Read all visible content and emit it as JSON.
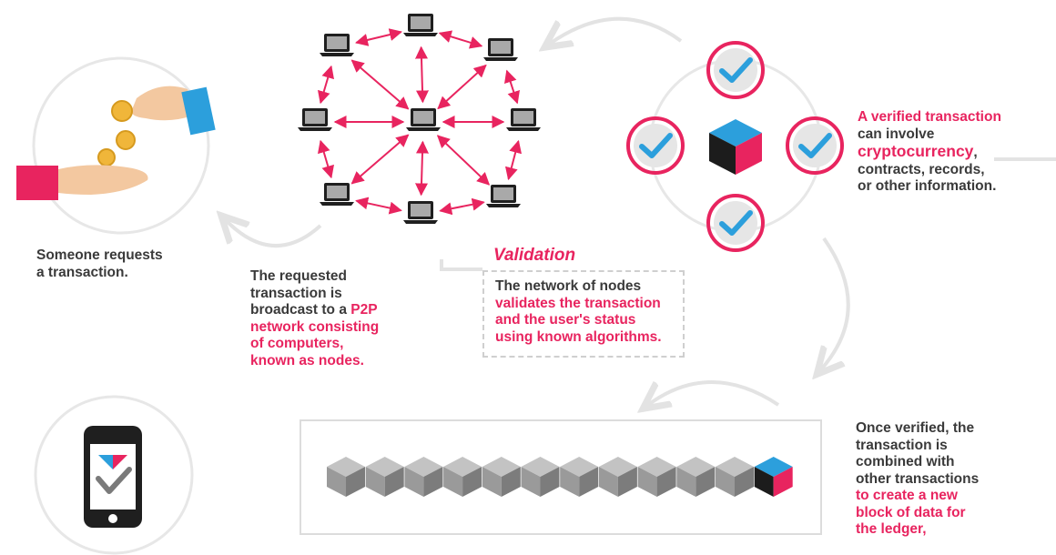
{
  "colors": {
    "pink": "#e8245f",
    "blue": "#2c9fdc",
    "dark": "#3a3a3a",
    "gray_line": "#e3e3e3"
  },
  "icons": [
    "hand-giving-coins-icon",
    "open-hand-icon",
    "laptop-node-icon",
    "check-circle-icon",
    "blockchain-cube-icon",
    "smartphone-check-icon"
  ],
  "steps": {
    "request": {
      "line1": "Someone requests",
      "line2": "a transaction."
    },
    "broadcast": {
      "line1": "The requested",
      "line2": "transaction is",
      "line3_plain": "broadcast to a ",
      "line3_pink": "P2P",
      "line4": "network consisting",
      "line5": "of computers,",
      "line6": "known as nodes."
    },
    "validation": {
      "title": "Validation",
      "line1": "The network of nodes",
      "line2": "validates the transaction",
      "line3": "and the user's status",
      "line4": "using known algorithms."
    },
    "verified": {
      "line1": "A verified transaction",
      "line2": "can involve",
      "line3_pink": "cryptocurrency",
      "line3_plain": ",",
      "line4": "contracts, records,",
      "line5": "or other information."
    },
    "block": {
      "line1": "Once verified, the",
      "line2": "transaction is",
      "line3": "combined with",
      "line4": "other transactions",
      "line5": "to create a new",
      "line6": "block of data for",
      "line7": "the ledger,"
    }
  },
  "network": {
    "node_count": 9
  },
  "chain": {
    "gray_block_count": 11,
    "new_block_count": 1
  }
}
